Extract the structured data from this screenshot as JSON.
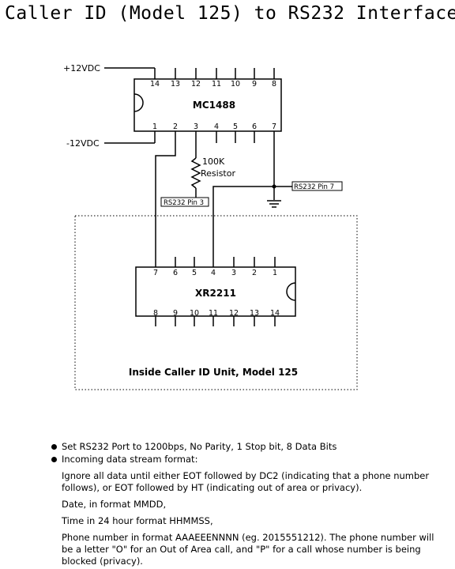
{
  "title": "Caller ID (Model 125) to RS232 Interface",
  "mc1488": {
    "name": "MC1488",
    "top_pins": [
      "14",
      "13",
      "12",
      "11",
      "10",
      "9",
      "8"
    ],
    "bottom_pins": [
      "1",
      "2",
      "3",
      "4",
      "5",
      "6",
      "7"
    ]
  },
  "xr2211": {
    "name": "XR2211",
    "top_pins": [
      "7",
      "6",
      "5",
      "4",
      "3",
      "2",
      "1"
    ],
    "bottom_pins": [
      "8",
      "9",
      "10",
      "11",
      "12",
      "13",
      "14"
    ]
  },
  "labels": {
    "plus12": "+12VDC",
    "minus12": "-12VDC",
    "resistor_value": "100K",
    "resistor_word": "Resistor",
    "rs232_pin3": "RS232 Pin 3",
    "rs232_pin7": "RS232 Pin 7",
    "unit_caption": "Inside Caller ID Unit, Model 125"
  },
  "notes": {
    "bullets": [
      "Set RS232 Port to 1200bps, No Parity, 1 Stop bit, 8 Data Bits",
      "Incoming data stream format:"
    ],
    "paragraphs": [
      "Ignore all data until either EOT followed by DC2 (indicating that a phone number follows), or EOT followed by HT (indicating out of area or privacy).",
      "Date, in format MMDD,",
      "Time in 24 hour format HHMMSS,",
      "Phone number in format AAAEEENNNN (eg. 2015551212).  The phone number will be a letter \"O\" for an Out of Area call, and \"P\" for a call whose number is being blocked (privacy)."
    ]
  }
}
